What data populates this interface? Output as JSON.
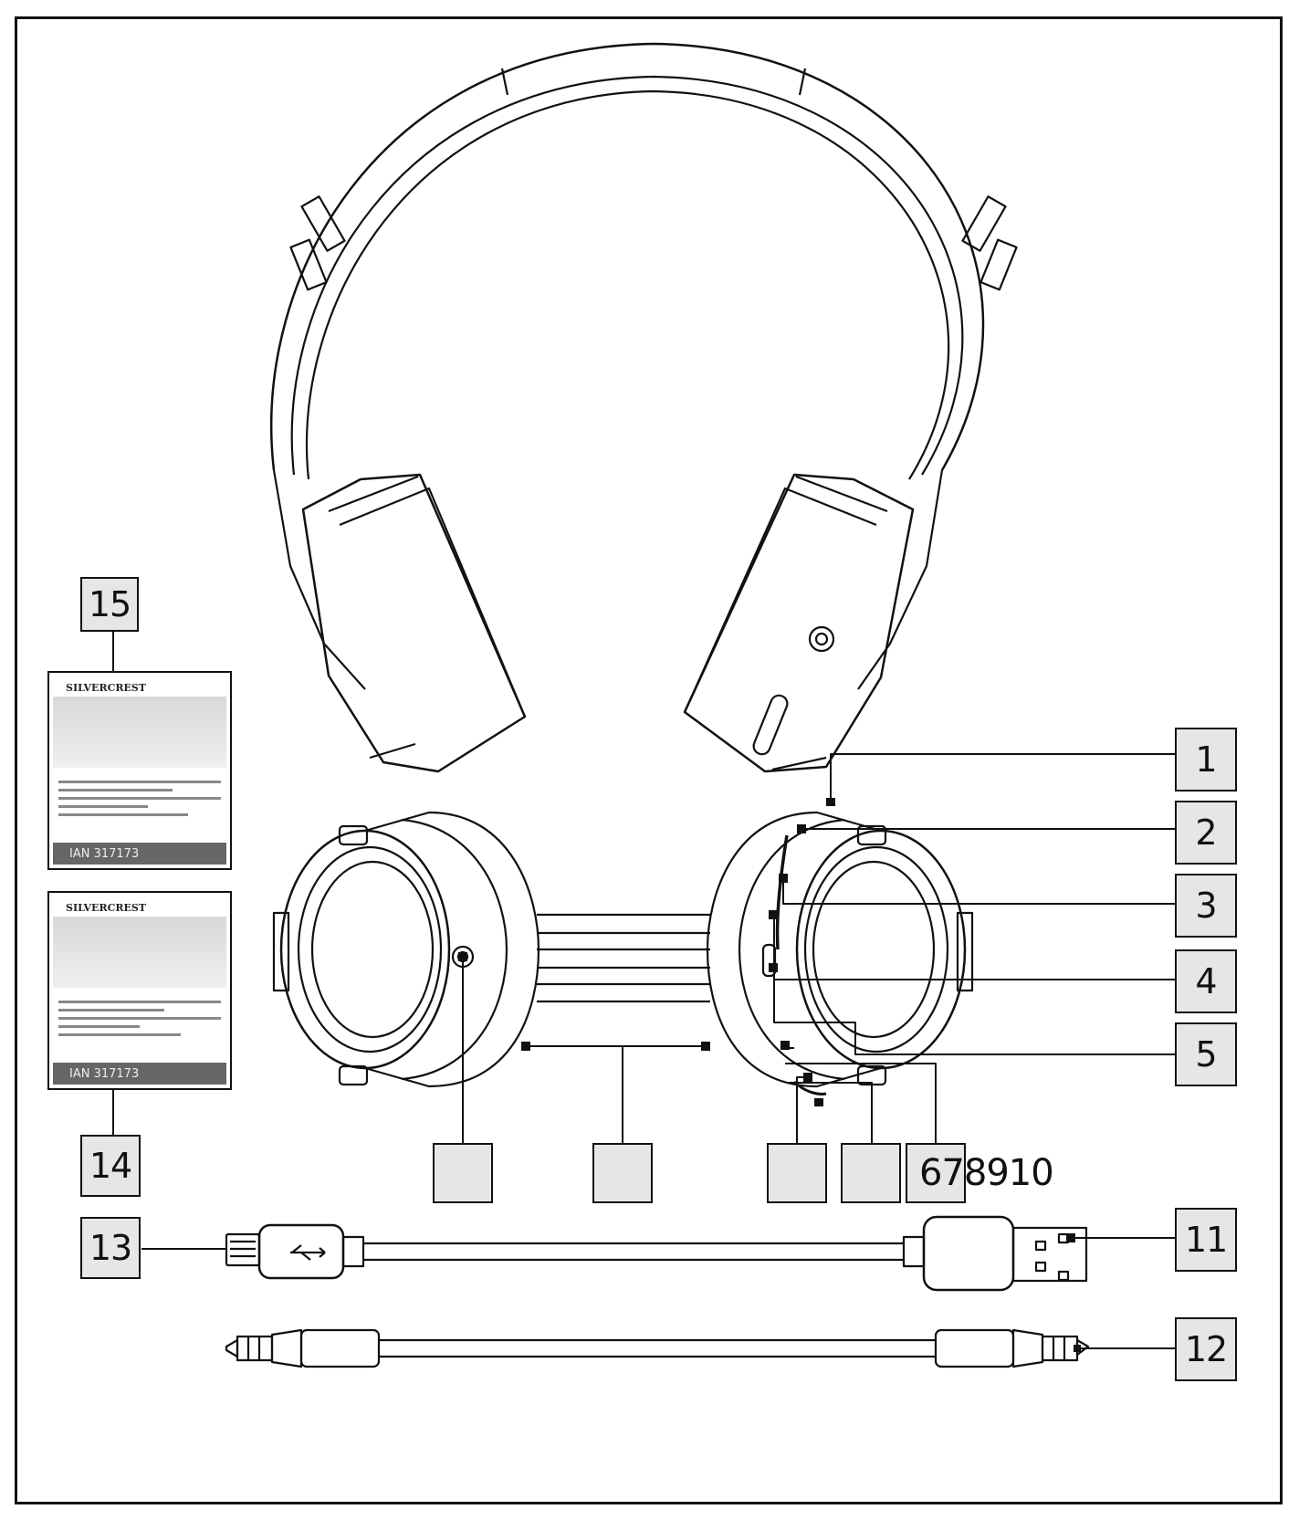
{
  "callouts": [
    "1",
    "2",
    "3",
    "4",
    "5",
    "11",
    "12",
    "13",
    "14",
    "15"
  ],
  "sequence_label": "678910",
  "manual": {
    "brand": "SILVERCREST",
    "ian": "IAN 317173"
  },
  "callout_fill": "#e6e6e6",
  "line_color": "#111111"
}
